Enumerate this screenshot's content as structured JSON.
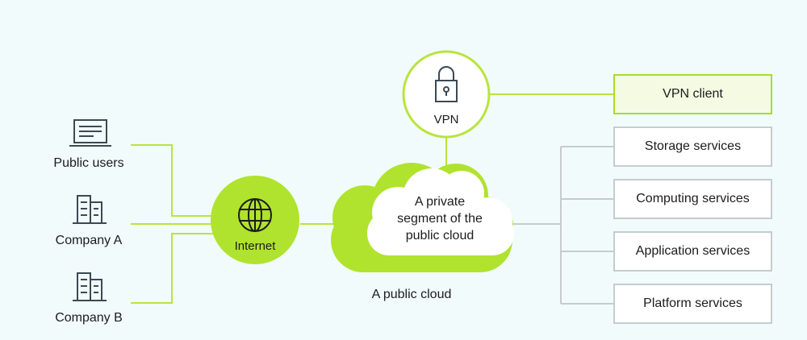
{
  "users": {
    "public_users": "Public users",
    "company_a": "Company A",
    "company_b": "Company B"
  },
  "internet": {
    "label": "Internet"
  },
  "vpn": {
    "label": "VPN"
  },
  "vpn_client": {
    "label": "VPN client"
  },
  "cloud": {
    "private_segment": [
      "A private",
      "segment of the",
      "public cloud"
    ],
    "public_cloud": "A public cloud"
  },
  "services": [
    "Storage services",
    "Computing services",
    "Application services",
    "Platform services"
  ],
  "colors": {
    "accent": "#b0e32e",
    "line_green": "#b9e43c",
    "line_gray": "#c4ccd0",
    "icon": "#3a4a55"
  },
  "icons": [
    "laptop-icon",
    "building-icon",
    "building-icon",
    "globe-icon",
    "lock-icon"
  ]
}
